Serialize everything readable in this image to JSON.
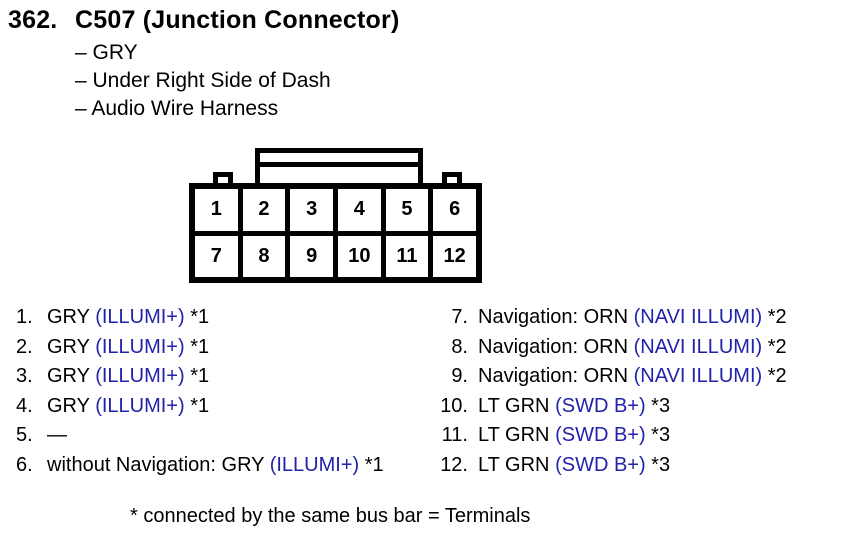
{
  "header": {
    "number": "362.",
    "title": "C507 (Junction Connector)",
    "details": [
      "– GRY",
      "– Under Right Side of Dash",
      "– Audio Wire Harness"
    ]
  },
  "connector": {
    "pins": [
      "1",
      "2",
      "3",
      "4",
      "5",
      "6",
      "7",
      "8",
      "9",
      "10",
      "11",
      "12"
    ]
  },
  "pin_list": {
    "left": [
      {
        "num": "1.",
        "pre": "GRY ",
        "signal": "(ILLUMI+)",
        "post": " *1"
      },
      {
        "num": "2.",
        "pre": "GRY ",
        "signal": "(ILLUMI+)",
        "post": " *1"
      },
      {
        "num": "3.",
        "pre": "GRY ",
        "signal": "(ILLUMI+)",
        "post": " *1"
      },
      {
        "num": "4.",
        "pre": "GRY ",
        "signal": "(ILLUMI+)",
        "post": " *1"
      },
      {
        "num": "5.",
        "pre": "—",
        "signal": "",
        "post": ""
      },
      {
        "num": "6.",
        "pre": "without Navigation: GRY ",
        "signal": "(ILLUMI+)",
        "post": " *1"
      }
    ],
    "right": [
      {
        "num": "7.",
        "pre": "Navigation: ORN ",
        "signal": "(NAVI ILLUMI)",
        "post": " *2"
      },
      {
        "num": "8.",
        "pre": "Navigation: ORN ",
        "signal": "(NAVI ILLUMI)",
        "post": " *2"
      },
      {
        "num": "9.",
        "pre": "Navigation: ORN ",
        "signal": "(NAVI ILLUMI)",
        "post": " *2"
      },
      {
        "num": "10.",
        "pre": "LT GRN ",
        "signal": "(SWD B+)",
        "post": " *3"
      },
      {
        "num": "11.",
        "pre": "LT GRN ",
        "signal": "(SWD B+)",
        "post": " *3"
      },
      {
        "num": "12.",
        "pre": "LT GRN ",
        "signal": "(SWD B+)",
        "post": " *3"
      }
    ]
  },
  "footnote": "* connected by the same bus bar = Terminals",
  "colors": {
    "signal_blue": "#2222aa",
    "ink_black": "#000000"
  }
}
